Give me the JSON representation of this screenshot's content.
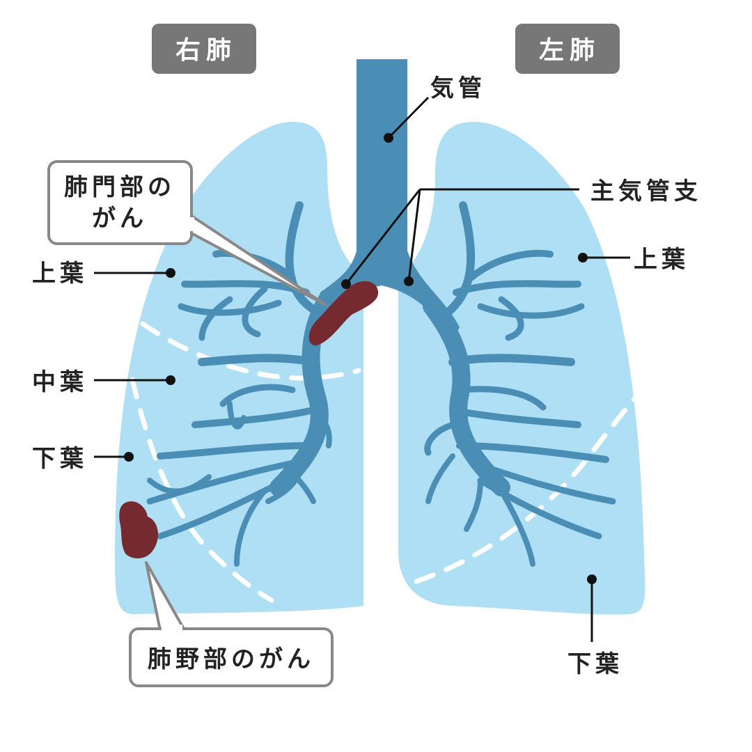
{
  "headers": {
    "right_lung": "右肺",
    "left_lung": "左肺"
  },
  "labels": {
    "trachea": "気管",
    "main_bronchus": "主気管支",
    "right_upper": "上葉",
    "right_middle": "中葉",
    "right_lower": "下葉",
    "left_upper": "上葉",
    "left_lower": "下葉"
  },
  "callouts": {
    "hilar_cancer_line1": "肺門部の",
    "hilar_cancer_line2": "がん",
    "peripheral_cancer": "肺野部のがん"
  },
  "colors": {
    "lung": "#aedff4",
    "bronchi": "#4a8db5",
    "tumor": "#742a2e",
    "header_bg": "#777777"
  }
}
